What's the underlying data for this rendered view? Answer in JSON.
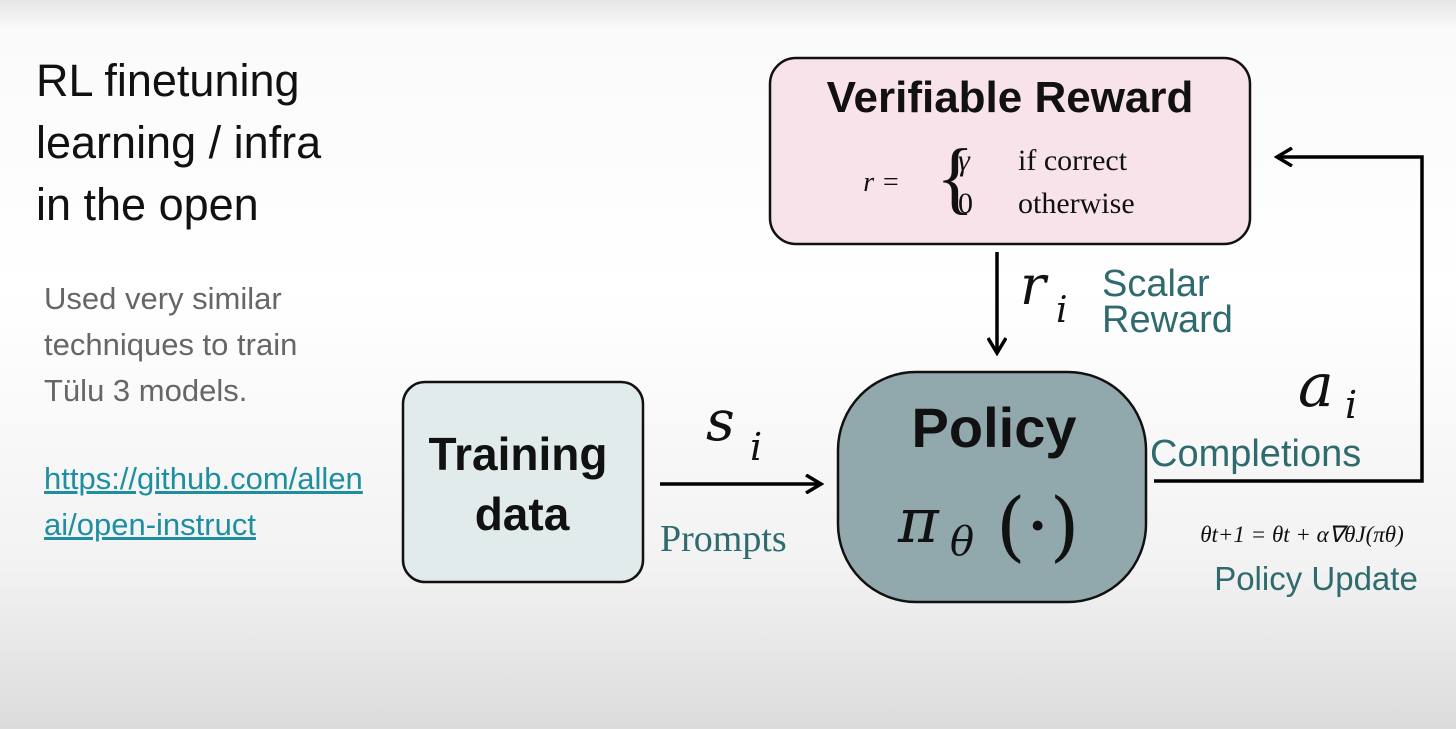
{
  "slide": {
    "title_lines": [
      "RL finetuning",
      "learning / infra",
      "in the open"
    ],
    "subtitle_lines": [
      "Used very similar",
      "techniques to train",
      "Tülu 3 models."
    ],
    "link": "https://github.com/allenai/open-instruct"
  },
  "diagram": {
    "reward_box": {
      "title": "Verifiable Reward",
      "lhs": "r =",
      "case1_value": "γ",
      "case1_cond": "if correct",
      "case2_value": "0",
      "case2_cond": "otherwise"
    },
    "training_box": {
      "line1": "Training",
      "line2": "data"
    },
    "policy_box": {
      "title": "Policy",
      "pi": "π",
      "theta": "θ",
      "arg": "(·)"
    },
    "edges": {
      "prompts_symbol": "s",
      "prompts_sub": "i",
      "prompts_label": "Prompts",
      "reward_symbol": "r",
      "reward_sub": "i",
      "reward_label_line1": "Scalar",
      "reward_label_line2": "Reward",
      "completions_symbol": "a",
      "completions_sub": "i",
      "completions_label": "Completions",
      "update_formula": "θt+1 = θt + α∇θJ(πθ)",
      "update_label": "Policy Update"
    },
    "colors": {
      "reward_fill": "#f9e3ea",
      "training_fill": "#e2ebeb",
      "policy_fill": "#91a8ad",
      "teal_text": "#2f6b6e",
      "link": "#1d8fa0"
    }
  }
}
